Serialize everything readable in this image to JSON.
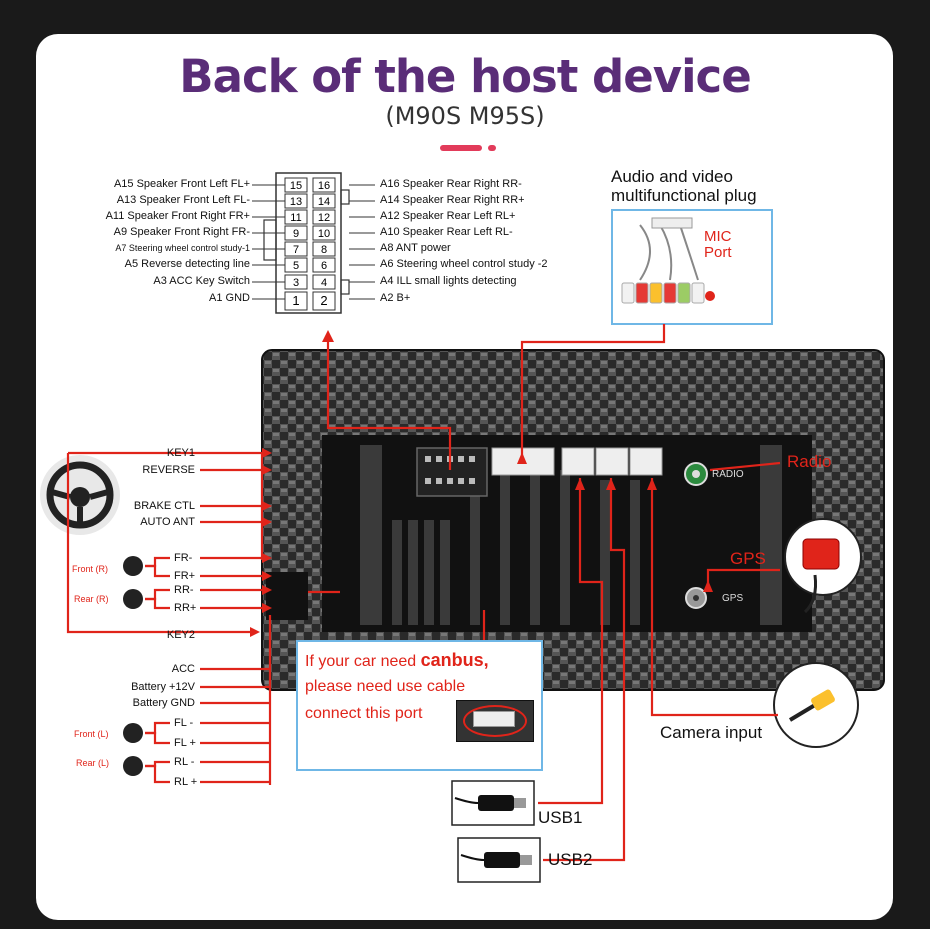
{
  "title": "Back of the host device",
  "subtitle": "(M90S M95S)",
  "pinout": {
    "left": [
      {
        "code": "A15",
        "label": "Speaker Front Left FL+",
        "pin": "15"
      },
      {
        "code": "A13",
        "label": "Speaker Front Left FL-",
        "pin": "13"
      },
      {
        "code": "A11",
        "label": "Speaker Front Right FR+",
        "pin": "11"
      },
      {
        "code": "A9",
        "label": "Speaker Front Right FR-",
        "pin": "9"
      },
      {
        "code": "A7",
        "label": "Steering wheel control study-1",
        "pin": "7"
      },
      {
        "code": "A5",
        "label": "Reverse detecting line",
        "pin": "5"
      },
      {
        "code": "A3",
        "label": "ACC Key Switch",
        "pin": "3"
      },
      {
        "code": "A1",
        "label": "GND",
        "pin": "1"
      }
    ],
    "right": [
      {
        "code": "A16",
        "label": "Speaker Rear Right RR-",
        "pin": "16"
      },
      {
        "code": "A14",
        "label": "Speaker Rear Right RR+",
        "pin": "14"
      },
      {
        "code": "A12",
        "label": "Speaker Rear Left RL+",
        "pin": "12"
      },
      {
        "code": "A10",
        "label": "Speaker Rear Left RL-",
        "pin": "10"
      },
      {
        "code": "A8",
        "label": "ANT power",
        "pin": "8"
      },
      {
        "code": "A6",
        "label": "Steering wheel control study -2",
        "pin": "6"
      },
      {
        "code": "A4",
        "label": "ILL small lights detecting",
        "pin": "4"
      },
      {
        "code": "A2",
        "label": "B+",
        "pin": "2"
      }
    ]
  },
  "av_plug": {
    "title_line1": "Audio and video",
    "title_line2": "multifunctional plug",
    "mic_line1": "MIC",
    "mic_line2": "Port"
  },
  "wires": {
    "key1": "KEY1",
    "reverse": "REVERSE",
    "brake": "BRAKE CTL",
    "auto_ant": "AUTO ANT",
    "front_r": "Front (R)",
    "rear_r": "Rear (R)",
    "fr_minus": "FR-",
    "fr_plus": "FR+",
    "rr_minus": "RR-",
    "rr_plus": "RR+",
    "key2": "KEY2",
    "acc": "ACC",
    "battery": "Battery +12V",
    "battery_gnd": "Battery GND",
    "front_l": "Front (L)",
    "rear_l": "Rear (L)",
    "fl_minus": "FL -",
    "fl_plus": "FL +",
    "rl_minus": "RL -",
    "rl_plus": "RL +"
  },
  "ports": {
    "radio": "Radio",
    "radio_jack": "RADIO",
    "gps": "GPS",
    "gps_jack": "GPS",
    "camera": "Camera input",
    "usb1": "USB1",
    "usb2": "USB2"
  },
  "canbus": {
    "line1_a": "If your car need ",
    "line1_b": "canbus,",
    "line2": "please need use cable",
    "line3": "connect this port"
  },
  "colors": {
    "title": "#5a2d78",
    "accent": "#e23b5a",
    "wire": "#e0241a",
    "box_border": "#6fb7e6"
  }
}
